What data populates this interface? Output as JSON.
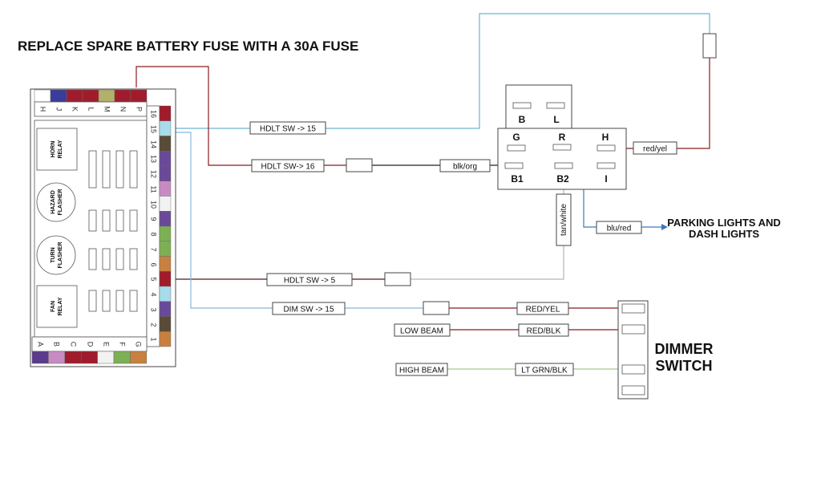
{
  "title": "REPLACE SPARE BATTERY FUSE WITH A 30A FUSE",
  "fuse_box": {
    "top_letters": [
      "H",
      "J",
      "K",
      "L",
      "M",
      "N",
      "P"
    ],
    "top_colors": [
      "#ffffff",
      "#3b3b9a",
      "#a01c2c",
      "#a01c2c",
      "#b4b06a",
      "#a01c2c",
      "#a01c2c"
    ],
    "bottom_letters": [
      "A",
      "B",
      "C",
      "D",
      "E",
      "F",
      "G"
    ],
    "bottom_colors": [
      "#5b3b8c",
      "#c78bc2",
      "#a01c2c",
      "#a01c2c",
      "#f2f2f2",
      "#7db055",
      "#c88040"
    ],
    "side_numbers": [
      "16",
      "15",
      "14",
      "13",
      "12",
      "11",
      "10",
      "9",
      "8",
      "7",
      "6",
      "5",
      "4",
      "3",
      "2",
      "1"
    ],
    "side_colors": [
      "#a01c2c",
      "#a8dceb",
      "#5a4a38",
      "#6a4a98",
      "#6a4a98",
      "#c78bc2",
      "#f2f2f2",
      "#6a4a98",
      "#7db055",
      "#7db055",
      "#c88040",
      "#a01c2c",
      "#a8dceb",
      "#6a4a98",
      "#5a4a38",
      "#c88040"
    ],
    "horn_relay": [
      "HORN",
      "RELAY"
    ],
    "hazard_flasher": [
      "HAZARD",
      "FLASHER"
    ],
    "turn_flasher": [
      "TURN",
      "FLASHER"
    ],
    "fan_relay": [
      "FAN",
      "RELAY"
    ]
  },
  "labels": {
    "hdlt_sw_15": "HDLT SW -> 15",
    "hdlt_sw_16": "HDLT SW-> 16",
    "hdlt_sw_5": "HDLT SW -> 5",
    "dim_sw_15": "DIM SW -> 15",
    "blk_org": "blk/org",
    "red_yel_small": "red/yel",
    "tan_white": "tan/white",
    "blu_red": "blu/red",
    "red_yel": "RED/YEL",
    "red_blk": "RED/BLK",
    "lt_grn_blk": "LT GRN/BLK",
    "low_beam": "LOW BEAM",
    "high_beam": "HIGH BEAM"
  },
  "relay_pins": {
    "B": "B",
    "L": "L",
    "G": "G",
    "R": "R",
    "H": "H",
    "B1": "B1",
    "B2": "B2",
    "I": "I"
  },
  "parking_lights": [
    "PARKING LIGHTS AND",
    "DASH LIGHTS"
  ],
  "dimmer_switch": [
    "DIMMER",
    "SWITCH"
  ],
  "wire_colors": {
    "cyan": "#6cb4d4",
    "dark_red": "#8a1c20",
    "black": "#222222",
    "blue": "#3a7ab8",
    "grey": "#b5b5b5",
    "light_green": "#a8c890"
  }
}
